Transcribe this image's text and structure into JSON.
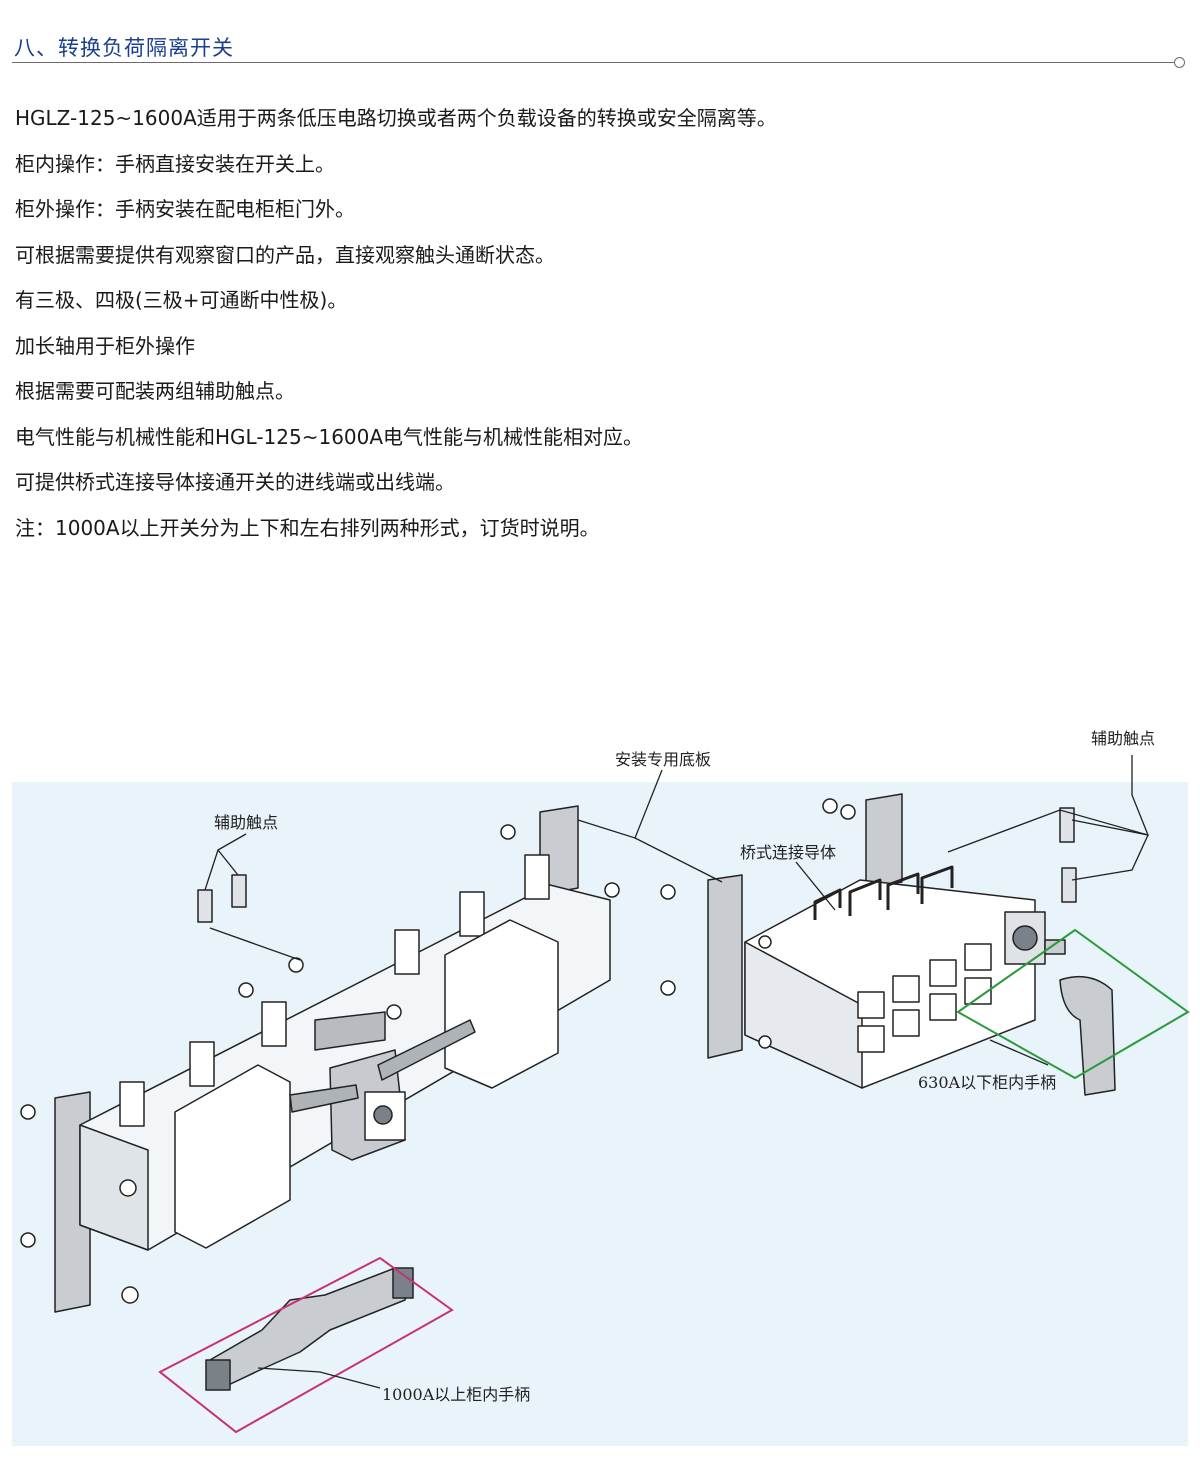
{
  "section": {
    "title": "八、转换负荷隔离开关"
  },
  "spec_lines": [
    "HGLZ-125~1600A适用于两条低压电路切换或者两个负载设备的转换或安全隔离等。",
    "柜内操作：手柄直接安装在开关上。",
    "柜外操作：手柄安装在配电柜柜门外。",
    "可根据需要提供有观察窗口的产品，直接观察触头通断状态。",
    "有三极、四极(三极+可通断中性极)。",
    "加长轴用于柜外操作",
    "根据需要可配装两组辅助触点。",
    "电气性能与机械性能和HGL-125~1600A电气性能与机械性能相对应。",
    "可提供桥式连接导体接通开关的进线端或出线端。",
    "注：1000A以上开关分为上下和左右排列两种形式，订货时说明。"
  ],
  "diagram": {
    "callouts": {
      "aux_contact_right": "辅助触点",
      "mounting_plate": "安装专用底板",
      "aux_contact_left": "辅助触点",
      "bridge_conductor": "桥式连接导体",
      "handle_630": "630A以下柜内手柄",
      "handle_1000": "1000A以上柜内手柄"
    },
    "highlight_colors": {
      "handle_630_frame": "#2a9a3a",
      "handle_1000_frame": "#c8307a"
    }
  }
}
